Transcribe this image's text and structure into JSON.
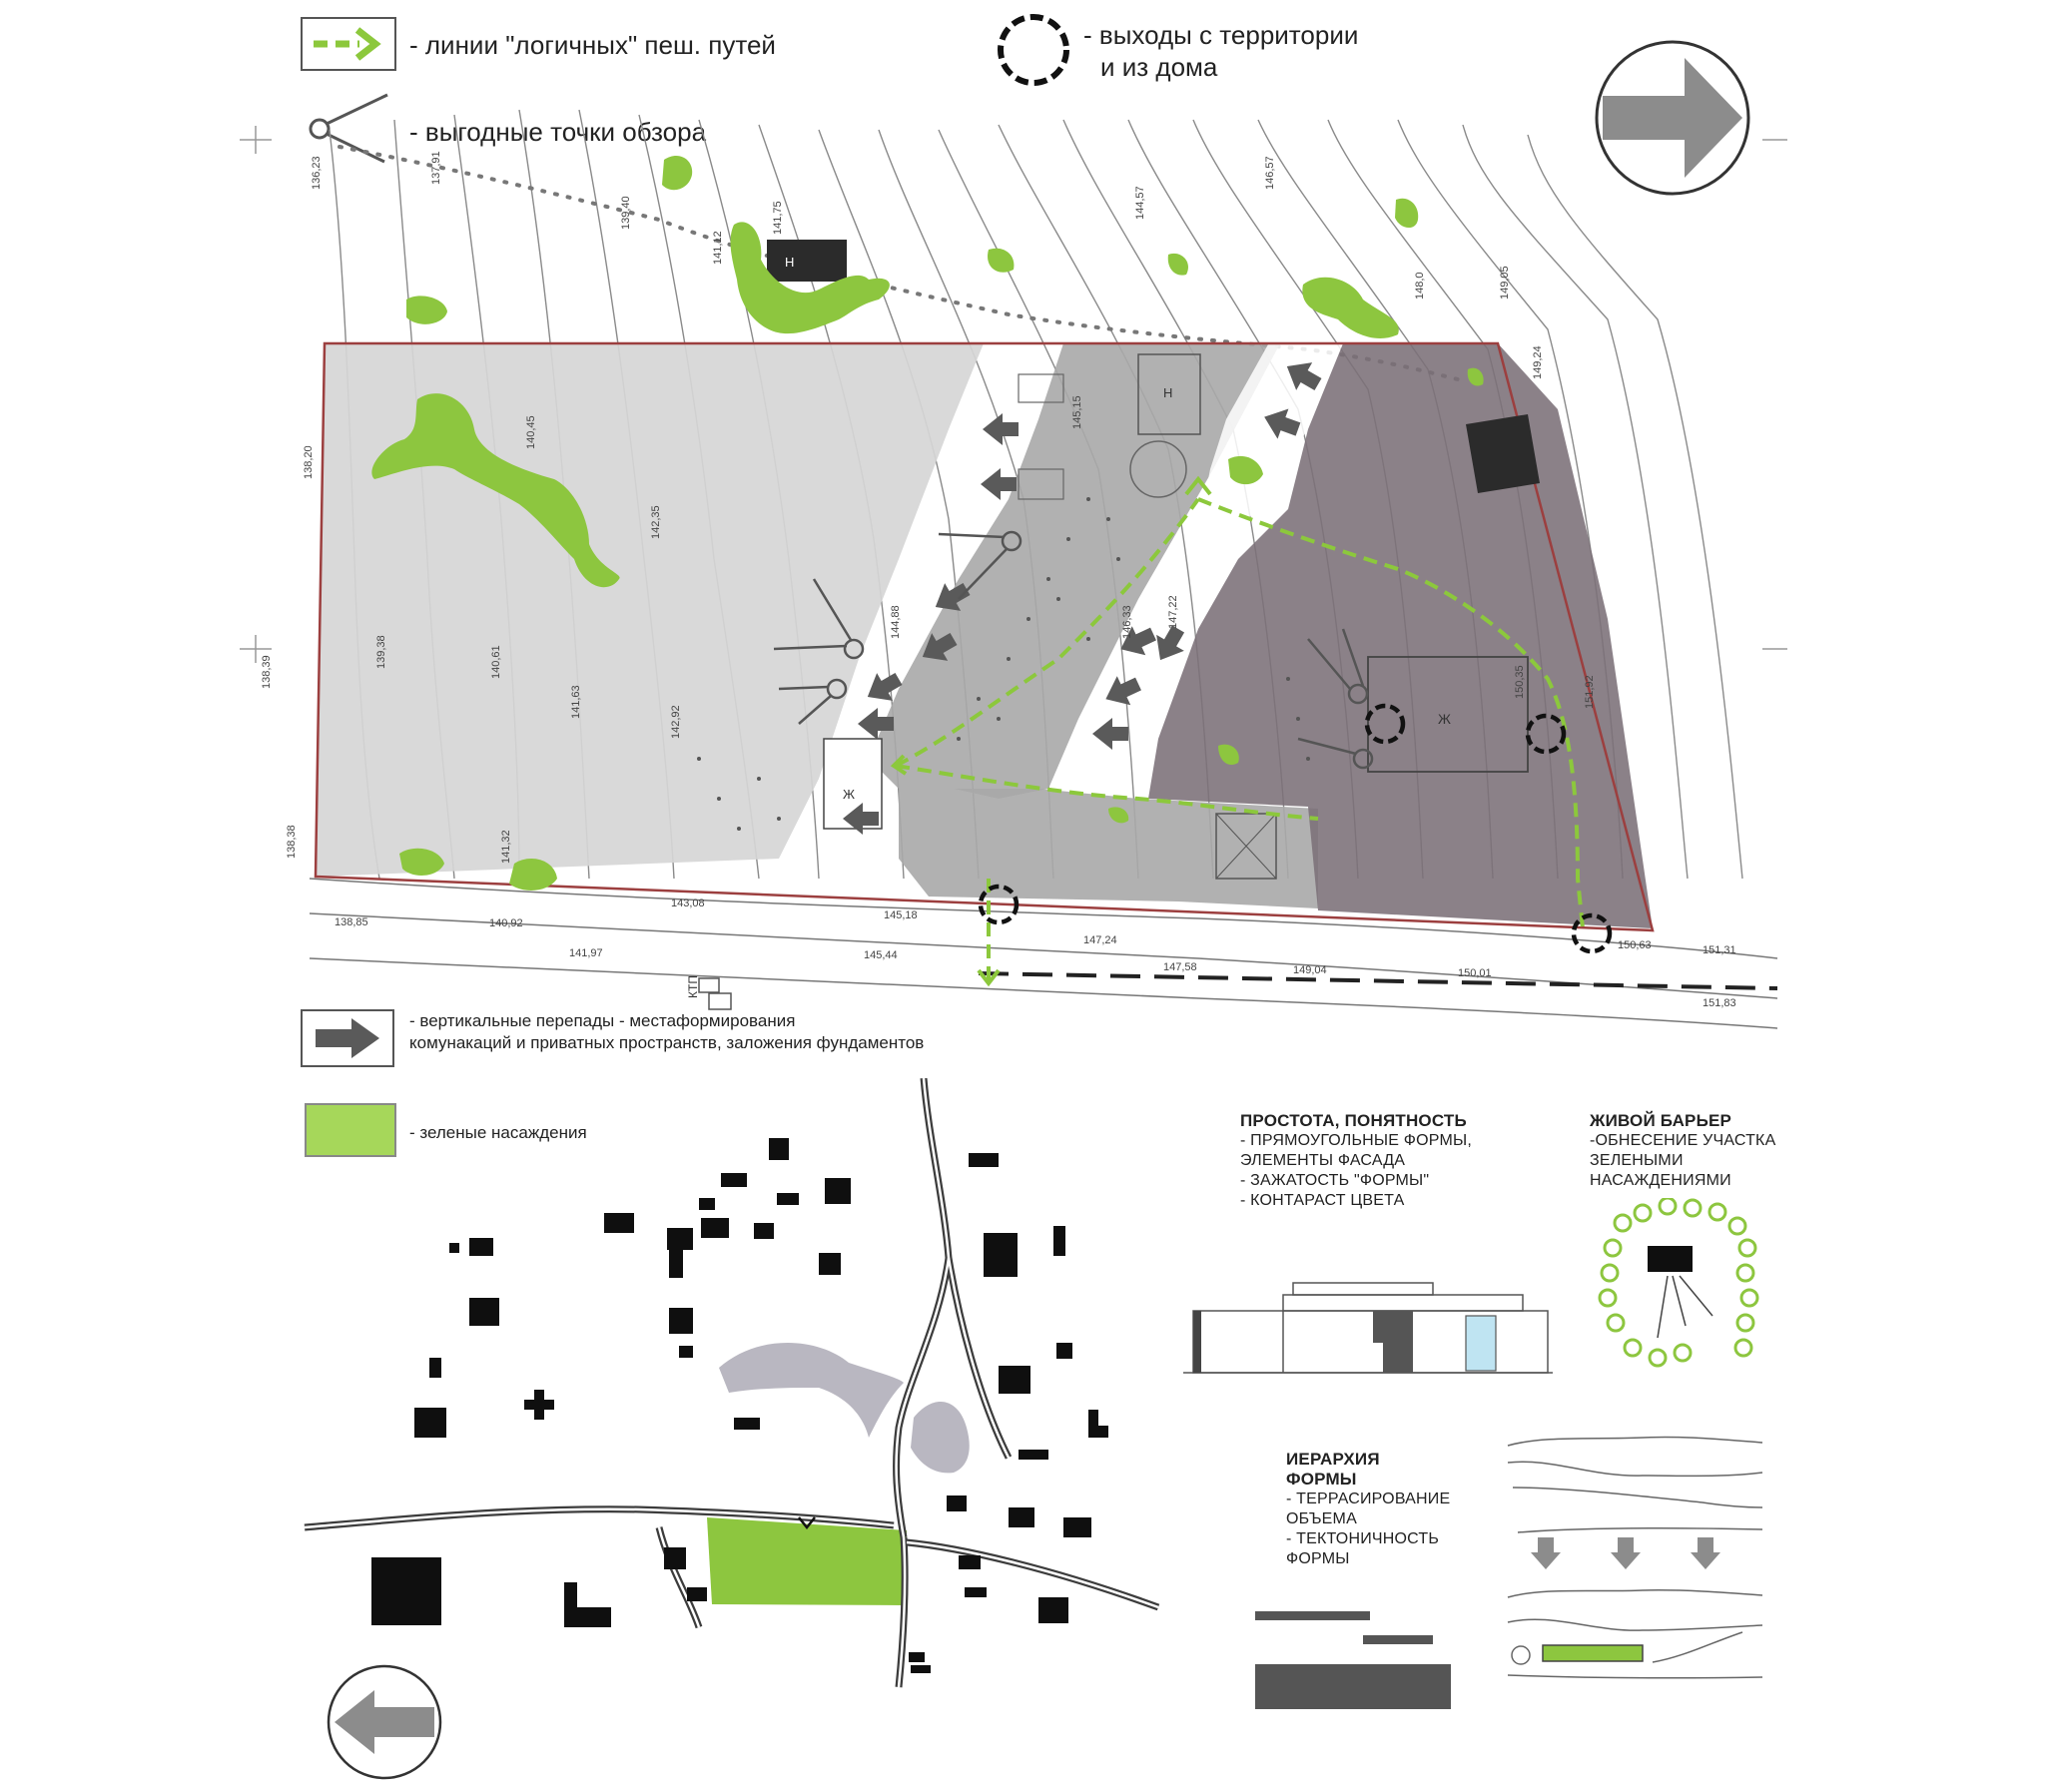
{
  "legend": {
    "paths_label": "- линии \"логичных\" пеш. путей",
    "exits_label_line1": "- выходы с территории",
    "exits_label_line2": "и  из дома",
    "viewpoints_label": "- выгодные точки обзора",
    "vertical_label_line1": "- вертикальные перепады - местаформирования",
    "vertical_label_line2": "комунакаций и приватных пространств, заложения фундаментов",
    "green_label": "- зеленые насаждения"
  },
  "colors": {
    "path_green": "#8cc83c",
    "greenery": "#8dc63f",
    "zone_light": "#d6d6d6",
    "zone_mid": "#a8a8a8",
    "zone_dark": "#7b6f78",
    "arrow_gray": "#5a5a5a",
    "boundary": "#9c3f3f"
  },
  "icons": [
    "north-arrow-icon",
    "south-arrow-icon",
    "exit-circle-icon",
    "viewpoint-icon",
    "path-arrow-icon",
    "terrain-arrow-icon"
  ],
  "notes": {
    "simplicity_title": "ПРОСТОТА, ПОНЯТНОСТЬ",
    "simplicity_body": "- ПРЯМОУГОЛЬНЫЕ ФОРМЫ,\nЭЛЕМЕНТЫ ФАСАДА\n- ЗАЖАТОСТЬ \"ФОРМЫ\"\n- КОНТАРАСТ ЦВЕТА",
    "barrier_title": "ЖИВОЙ БАРЬЕР",
    "barrier_body": "-ОБНЕСЕНИЕ УЧАСТКА\nЗЕЛЕНЫМИ\nНАСАЖДЕНИЯМИ",
    "hierarchy_title": "ИЕРАРХИЯ\nФОРМЫ",
    "hierarchy_body": "- ТЕРРАСИРОВАНИЕ\nОБЪЕМА\n- ТЕКТОНИЧНОСТЬ\nФОРМЫ"
  },
  "plan_labels": {
    "elevations": [
      "136,23",
      "137,91",
      "139,40",
      "141,12",
      "141,75",
      "144,57",
      "146,57",
      "148,0",
      "149,05",
      "138,20",
      "140,45",
      "142,35",
      "145,15",
      "147,22",
      "149,24",
      "138,39",
      "139,38",
      "140,61",
      "141,63",
      "142,92",
      "144,88",
      "146,33",
      "150,35",
      "151,92",
      "138,38",
      "141,32",
      "143,08",
      "145,18",
      "147,24",
      "150,63",
      "151,31",
      "138,85",
      "140,92",
      "141,97",
      "145,44",
      "147,58",
      "149,04",
      "150,01",
      "151,83"
    ],
    "building_letters": [
      "Н",
      "Ж",
      "Н",
      "Ж"
    ],
    "ktp_label": "КТП"
  }
}
